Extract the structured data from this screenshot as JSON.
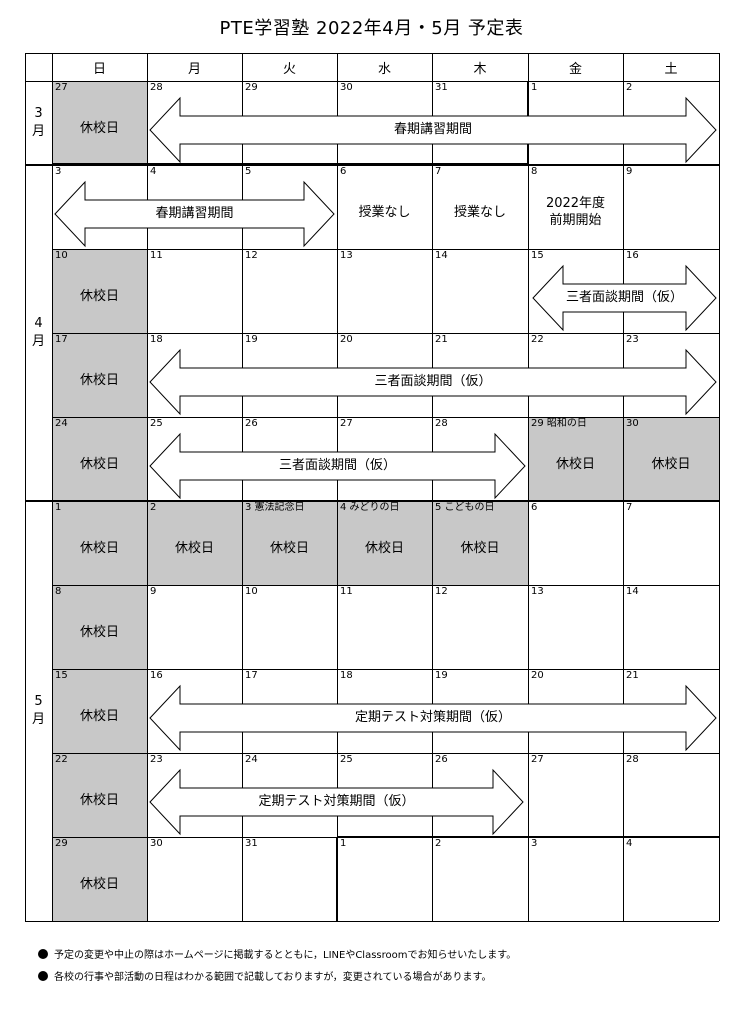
{
  "title": "PTE学習塾  2022年4月・5月  予定表",
  "weekdays": [
    "日",
    "月",
    "火",
    "水",
    "木",
    "金",
    "土"
  ],
  "months": [
    {
      "label": "3月"
    },
    {
      "label": "4月"
    },
    {
      "label": "5月"
    }
  ],
  "weeks": [
    {
      "days": [
        {
          "num": "27",
          "text": "休校日",
          "gray": true
        },
        {
          "num": "28"
        },
        {
          "num": "29"
        },
        {
          "num": "30"
        },
        {
          "num": "31"
        },
        {
          "num": "1"
        },
        {
          "num": "2"
        }
      ]
    },
    {
      "days": [
        {
          "num": "3"
        },
        {
          "num": "4"
        },
        {
          "num": "5"
        },
        {
          "num": "6",
          "note": "授業なし"
        },
        {
          "num": "7",
          "note": "授業なし"
        },
        {
          "num": "8",
          "note": "2022年度\n前期開始"
        },
        {
          "num": "9"
        }
      ]
    },
    {
      "days": [
        {
          "num": "10",
          "text": "休校日",
          "gray": true
        },
        {
          "num": "11"
        },
        {
          "num": "12"
        },
        {
          "num": "13"
        },
        {
          "num": "14"
        },
        {
          "num": "15"
        },
        {
          "num": "16"
        }
      ]
    },
    {
      "days": [
        {
          "num": "17",
          "text": "休校日",
          "gray": true
        },
        {
          "num": "18"
        },
        {
          "num": "19"
        },
        {
          "num": "20"
        },
        {
          "num": "21"
        },
        {
          "num": "22"
        },
        {
          "num": "23"
        }
      ]
    },
    {
      "days": [
        {
          "num": "24",
          "text": "休校日",
          "gray": true
        },
        {
          "num": "25"
        },
        {
          "num": "26"
        },
        {
          "num": "27"
        },
        {
          "num": "28"
        },
        {
          "num": "29  昭和の日",
          "text": "休校日",
          "gray": true
        },
        {
          "num": "30",
          "text": "休校日",
          "gray": true
        }
      ]
    },
    {
      "days": [
        {
          "num": "1",
          "text": "休校日",
          "gray": true
        },
        {
          "num": "2",
          "text": "休校日",
          "gray": true
        },
        {
          "num": "3  憲法記念日",
          "text": "休校日",
          "gray": true
        },
        {
          "num": "4  みどりの日",
          "text": "休校日",
          "gray": true
        },
        {
          "num": "5  こどもの日",
          "text": "休校日",
          "gray": true
        },
        {
          "num": "6"
        },
        {
          "num": "7"
        }
      ]
    },
    {
      "days": [
        {
          "num": "8",
          "text": "休校日",
          "gray": true
        },
        {
          "num": "9"
        },
        {
          "num": "10"
        },
        {
          "num": "11"
        },
        {
          "num": "12"
        },
        {
          "num": "13"
        },
        {
          "num": "14"
        }
      ]
    },
    {
      "days": [
        {
          "num": "15",
          "text": "休校日",
          "gray": true
        },
        {
          "num": "16"
        },
        {
          "num": "17"
        },
        {
          "num": "18"
        },
        {
          "num": "19"
        },
        {
          "num": "20"
        },
        {
          "num": "21"
        }
      ]
    },
    {
      "days": [
        {
          "num": "22",
          "text": "休校日",
          "gray": true
        },
        {
          "num": "23"
        },
        {
          "num": "24"
        },
        {
          "num": "25"
        },
        {
          "num": "26"
        },
        {
          "num": "27"
        },
        {
          "num": "28"
        }
      ]
    },
    {
      "days": [
        {
          "num": "29",
          "text": "休校日",
          "gray": true
        },
        {
          "num": "30"
        },
        {
          "num": "31"
        },
        {
          "num": "1"
        },
        {
          "num": "2"
        },
        {
          "num": "3"
        },
        {
          "num": "4"
        }
      ]
    }
  ],
  "arrows": [
    {
      "label": "春期講習期間"
    },
    {
      "label": "春期講習期間"
    },
    {
      "label": "三者面談期間（仮）"
    },
    {
      "label": "三者面談期間（仮）"
    },
    {
      "label": "三者面談期間（仮）"
    },
    {
      "label": "定期テスト対策期間（仮）"
    },
    {
      "label": "定期テスト対策期間（仮）"
    }
  ],
  "footnotes": [
    "予定の変更や中止の際はホームページに掲載するとともに，LINEやClassroomでお知らせいたします。",
    "各校の行事や部活動の日程はわかる範囲で記載しておりますが，変更されている場合があります。"
  ]
}
